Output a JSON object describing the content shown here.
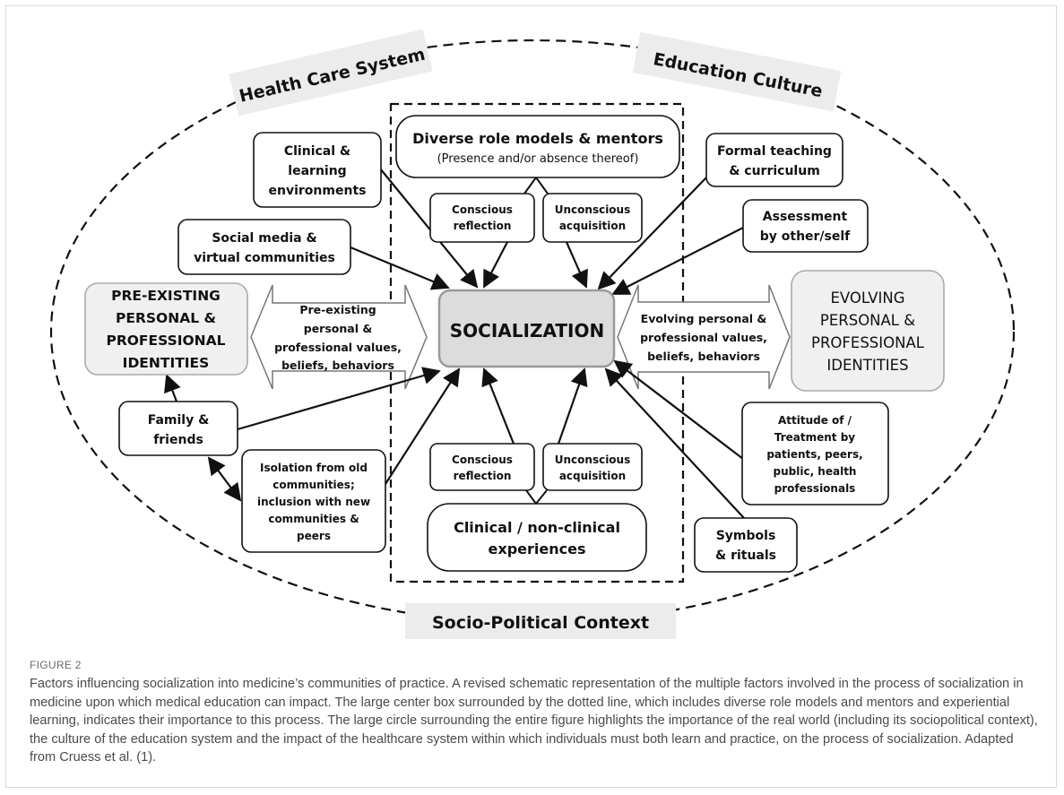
{
  "diagram": {
    "outer": {
      "top_left": "Health Care System",
      "top_right": "Education Culture",
      "bottom": "Socio-Political Context"
    },
    "center": "SOCIALIZATION",
    "role_models": {
      "title": "Diverse role models & mentors",
      "subtitle": "(Presence and/or absence thereof)"
    },
    "reflection_top": [
      "Conscious",
      "reflection"
    ],
    "acquisition_top": [
      "Unconscious",
      "acquisition"
    ],
    "reflection_bottom": [
      "Conscious",
      "reflection"
    ],
    "acquisition_bottom": [
      "Unconscious",
      "acquisition"
    ],
    "experiences": [
      "Clinical / non-clinical",
      "experiences"
    ],
    "clinical_env": [
      "Clinical &",
      "learning",
      "environments"
    ],
    "social_media": [
      "Social media &",
      "virtual communities"
    ],
    "formal_teaching": [
      "Formal teaching",
      "& curriculum"
    ],
    "assessment": [
      "Assessment",
      "by other/self"
    ],
    "pre_existing_identities": [
      "PRE-EXISTING",
      "PERSONAL &",
      "PROFESSIONAL",
      "IDENTITIES"
    ],
    "evolving_identities": [
      "EVOLVING",
      "PERSONAL &",
      "PROFESSIONAL",
      "IDENTITIES"
    ],
    "pre_existing_values": [
      "Pre-existing",
      "personal &",
      "professional values,",
      "beliefs, behaviors"
    ],
    "evolving_values": [
      "Evolving personal &",
      "professional values,",
      "beliefs, behaviors"
    ],
    "family": [
      "Family &",
      "friends"
    ],
    "isolation": [
      "Isolation from old",
      "communities;",
      "inclusion with new",
      "communities &",
      "peers"
    ],
    "attitude": [
      "Attitude of /",
      "Treatment by",
      "patients, peers,",
      "public, health",
      "professionals"
    ],
    "symbols": [
      "Symbols",
      "& rituals"
    ]
  },
  "figure_label": "FIGURE 2",
  "caption": "Factors influencing socialization into medicine’s communities of practice. A revised schematic representation of the multiple factors involved in the process of socialization in medicine upon which medical education can impact. The large center box surrounded by the dotted line, which includes diverse role models and mentors and experiential learning, indicates their importance to this process. The large circle surrounding the entire figure highlights the importance of the real world (including its sociopolitical context), the culture of the education system and the impact of the healthcare system within which individuals must both learn and practice, on the process of socialization. Adapted from Cruess et al. (1)."
}
